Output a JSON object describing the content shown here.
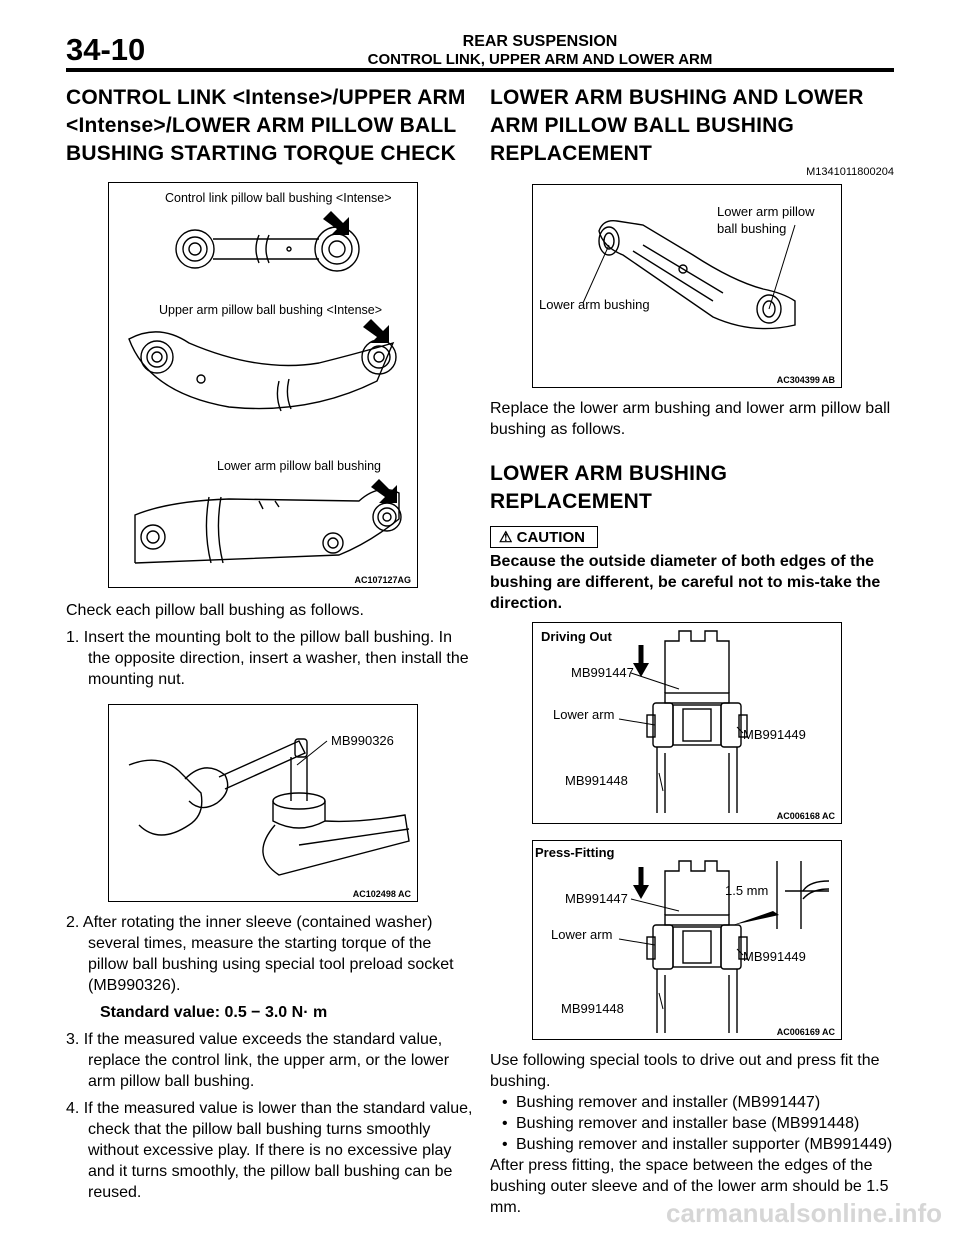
{
  "header": {
    "page_number": "34-10",
    "section": "REAR SUSPENSION",
    "subsection": "CONTROL LINK, UPPER ARM AND LOWER ARM"
  },
  "left": {
    "heading": "CONTROL LINK <Intense>/UPPER ARM <Intense>/LOWER ARM PILLOW BALL BUSHING STARTING TORQUE CHECK",
    "figure1": {
      "label_control": "Control link pillow ball bushing <Intense>",
      "label_upper": "Upper arm pillow ball bushing <Intense>",
      "label_lower": "Lower arm pillow ball bushing",
      "code": "AC107127AG"
    },
    "intro": "Check each pillow ball bushing as follows.",
    "step1": "1. Insert the mounting bolt to the pillow ball bushing. In the opposite direction, insert a washer, then install the mounting nut.",
    "figure2": {
      "label_tool": "MB990326",
      "code": "AC102498 AC"
    },
    "step2": "2. After rotating the inner sleeve (contained washer) several times, measure the starting torque of the pillow ball bushing using special tool preload socket (MB990326).",
    "standard_value": "Standard value: 0.5 − 3.0 N· m",
    "step3": "3. If the measured value exceeds the standard value, replace the control link, the upper arm, or the lower arm pillow ball bushing.",
    "step4": "4. If the measured value is lower than the standard value, check that the pillow ball bushing turns smoothly without excessive play. If there is no excessive play and it turns smoothly, the pillow ball bushing can be reused."
  },
  "right": {
    "heading": "LOWER ARM BUSHING AND LOWER ARM PILLOW BALL BUSHING REPLACEMENT",
    "doc_id": "M1341011800204",
    "figure3": {
      "label_pillow": "Lower arm pillow ball bushing",
      "label_bushing": "Lower arm bushing",
      "code": "AC304399 AB"
    },
    "replace_text": "Replace the lower arm bushing and lower arm pillow ball bushing as follows.",
    "subheading": "LOWER ARM BUSHING REPLACEMENT",
    "caution_label": "CAUTION",
    "caution_text": "Because the outside diameter of both edges of the bushing are different, be careful not to mis-take the direction.",
    "figure4": {
      "title": "Driving Out",
      "tool1": "MB991447",
      "lower_arm": "Lower arm",
      "tool3": "MB991449",
      "tool2": "MB991448",
      "code": "AC006168 AC"
    },
    "figure5": {
      "title": "Press-Fitting",
      "tool1": "MB991447",
      "gap": "1.5 mm",
      "lower_arm": "Lower arm",
      "tool3": "MB991449",
      "tool2": "MB991448",
      "code": "AC006169 AC"
    },
    "tools_intro": "Use following special tools to drive out and press fit the bushing.",
    "tools": [
      "Bushing remover and installer (MB991447)",
      "Bushing remover and installer base (MB991448)",
      "Bushing remover and installer supporter (MB991449)"
    ],
    "closing": "After press fitting, the space between the edges of the bushing outer sleeve and of the lower arm should be 1.5 mm."
  },
  "watermark": "carmanualsonline.info"
}
